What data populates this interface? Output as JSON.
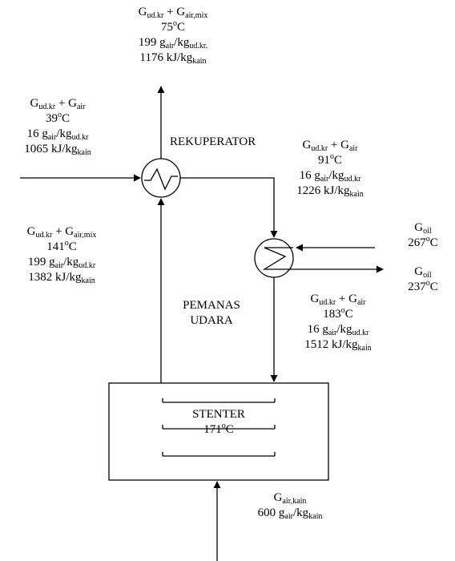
{
  "unit_c": "C",
  "top_stream": {
    "l1_a": "G",
    "l1_a_sub": "ud.kr",
    "l1_b": " + G",
    "l1_b_sub": "air,mix",
    "temp": "75",
    "hum_val": "199 g",
    "hum_sub1": "air",
    "hum_slash": "/kg",
    "hum_sub2": "ud.kr.",
    "enth_val": "1176 kJ/kg",
    "enth_sub": "kain"
  },
  "inlet_left": {
    "l1_a": "G",
    "l1_a_sub": "ud.kr",
    "l1_b": " + G",
    "l1_b_sub": "air",
    "temp": "39",
    "hum_val": "16 g",
    "hum_sub1": "air",
    "hum_slash": "/kg",
    "hum_sub2": "ud.kr",
    "enth_val": "1065 kJ/kg",
    "enth_sub": "kain"
  },
  "rekuperator_label": "REKUPERATOR",
  "after_rekup": {
    "l1_a": "G",
    "l1_a_sub": "ud.kr",
    "l1_b": " + G",
    "l1_b_sub": "air",
    "temp": "91",
    "hum_val": "16 g",
    "hum_sub1": "air",
    "hum_slash": "/kg",
    "hum_sub2": "ud.kr",
    "enth_val": "1226 kJ/kg",
    "enth_sub": "kain"
  },
  "exhaust": {
    "l1_a": "G",
    "l1_a_sub": "ud.kr",
    "l1_b": " + G",
    "l1_b_sub": "air,mix",
    "temp": "141",
    "hum_val": "199 g",
    "hum_sub1": "air",
    "hum_slash": "/kg",
    "hum_sub2": "ud.kr",
    "enth_val": "1382 kJ/kg",
    "enth_sub": "kain"
  },
  "oil_in": {
    "g": "G",
    "g_sub": "oil",
    "temp": "267"
  },
  "oil_out": {
    "g": "G",
    "g_sub": "oil",
    "temp": "237"
  },
  "heater_label_1": "PEMANAS",
  "heater_label_2": "UDARA",
  "after_heater": {
    "l1_a": "G",
    "l1_a_sub": "ud.kr",
    "l1_b": " + G",
    "l1_b_sub": "air",
    "temp": "183",
    "hum_val": "16 g",
    "hum_sub1": "air",
    "hum_slash": "/kg",
    "hum_sub2": "ud.kr",
    "enth_val": "1512 kJ/kg",
    "enth_sub": "kain"
  },
  "stenter": {
    "name": "STENTER",
    "temp": "171"
  },
  "fabric_air": {
    "g": "G",
    "g_sub": "air,kain",
    "val": "600 g",
    "sub1": "air",
    "slash": "/kg",
    "sub2": "kain"
  }
}
